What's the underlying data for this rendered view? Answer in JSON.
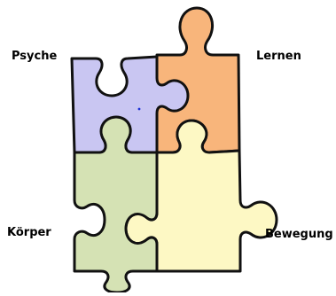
{
  "pieces": [
    {
      "id": "psyche",
      "label": "Psyche",
      "color": "#c9c6f2"
    },
    {
      "id": "lernen",
      "label": "Lernen",
      "color": "#f8b57b"
    },
    {
      "id": "koerper",
      "label": "Körper",
      "color": "#d5e2b4"
    },
    {
      "id": "bewegung",
      "label": "Bewegung",
      "color": "#fdf8c4"
    }
  ],
  "outline_color": "#111111",
  "dot_color": "#1a2fd6"
}
